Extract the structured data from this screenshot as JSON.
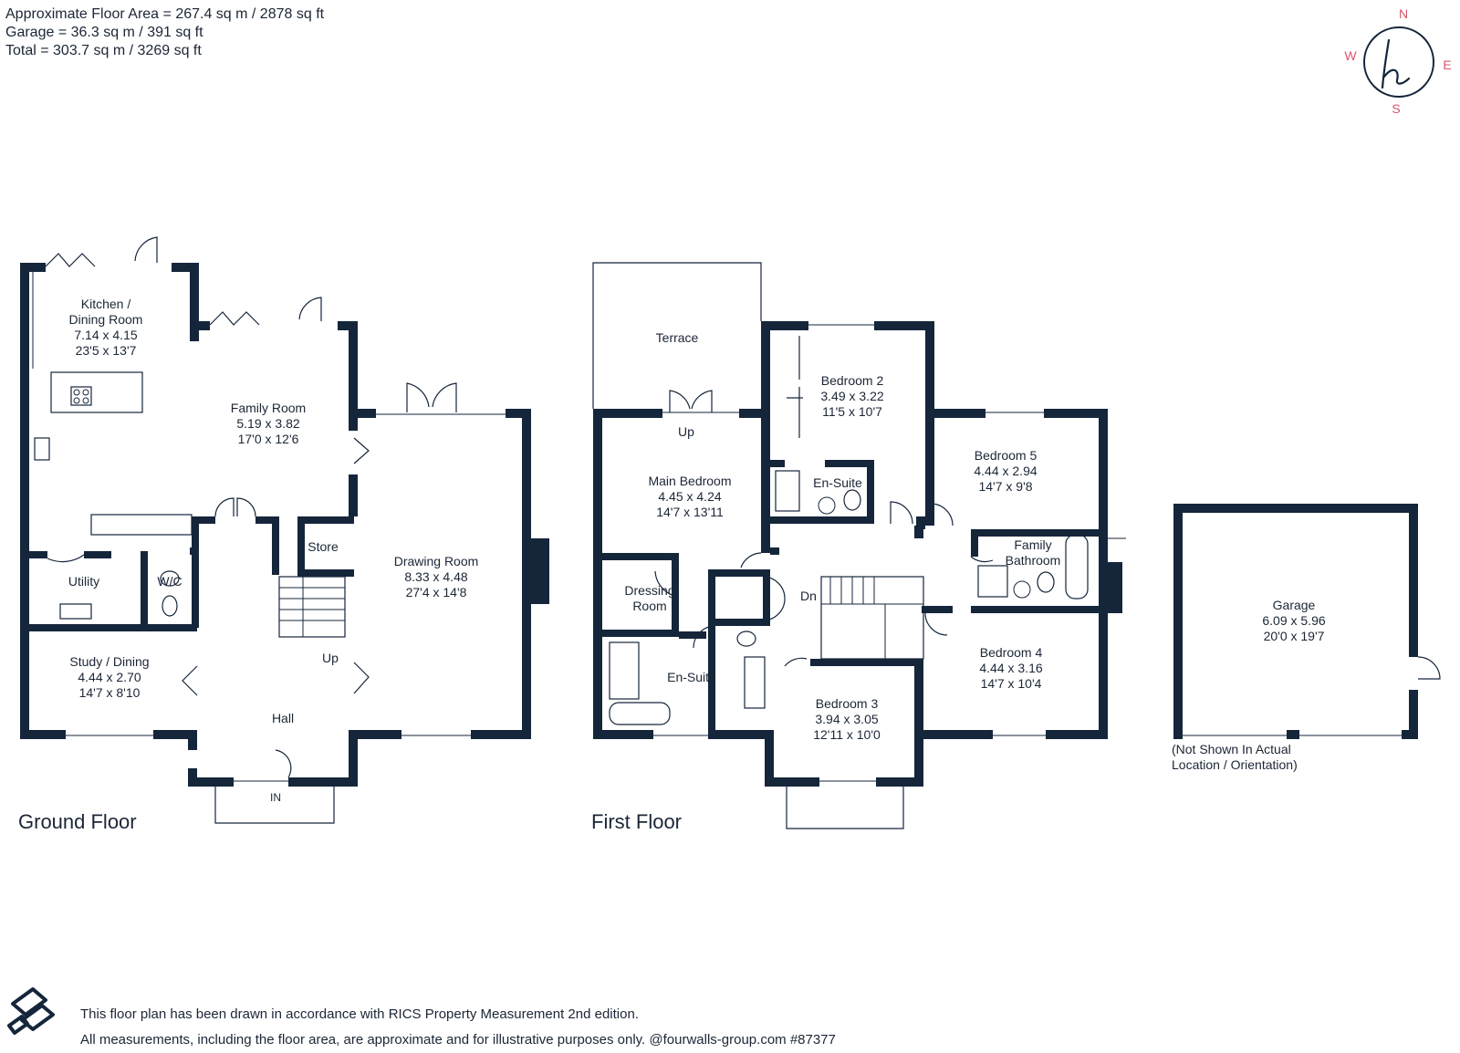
{
  "header": {
    "line1": "Approximate Floor Area = 267.4 sq m / 2878 sq ft",
    "line2": "Garage = 36.3 sq m / 391 sq ft",
    "line3": "Total = 303.7 sq m / 3269 sq ft"
  },
  "compass": {
    "n": "N",
    "s": "S",
    "e": "E",
    "w": "W"
  },
  "ground_floor": {
    "title": "Ground Floor",
    "kitchen": {
      "l1": "Kitchen /",
      "l2": "Dining Room",
      "l3": "7.14 x 4.15",
      "l4": "23'5 x 13'7"
    },
    "family": {
      "l1": "Family Room",
      "l2": "5.19 x 3.82",
      "l3": "17'0 x 12'6"
    },
    "drawing": {
      "l1": "Drawing Room",
      "l2": "8.33 x 4.48",
      "l3": "27'4 x 14'8"
    },
    "utility": "Utility",
    "wc": "W/C",
    "store": "Store",
    "study": {
      "l1": "Study / Dining",
      "l2": "4.44 x 2.70",
      "l3": "14'7 x 8'10"
    },
    "hall": "Hall",
    "up": "Up",
    "in": "IN"
  },
  "first_floor": {
    "title": "First Floor",
    "terrace": "Terrace",
    "up": "Up",
    "main_bedroom": {
      "l1": "Main Bedroom",
      "l2": "4.45 x 4.24",
      "l3": "14'7 x 13'11"
    },
    "bedroom2": {
      "l1": "Bedroom 2",
      "l2": "3.49 x 3.22",
      "l3": "11'5 x 10'7"
    },
    "ensuite1": "En-Suite",
    "bedroom5": {
      "l1": "Bedroom 5",
      "l2": "4.44 x 2.94",
      "l3": "14'7 x 9'8"
    },
    "bathroom": {
      "l1": "Family",
      "l2": "Bathroom"
    },
    "dressing": {
      "l1": "Dressing",
      "l2": "Room"
    },
    "dn": "Dn",
    "ensuite2": "En-Suite",
    "bedroom4": {
      "l1": "Bedroom 4",
      "l2": "4.44 x 3.16",
      "l3": "14'7 x 10'4"
    },
    "bedroom3": {
      "l1": "Bedroom 3",
      "l2": "3.94 x 3.05",
      "l3": "12'11 x 10'0"
    }
  },
  "garage": {
    "l1": "Garage",
    "l2": "6.09 x 5.96",
    "l3": "20'0 x 19'7",
    "note1": "(Not Shown In Actual",
    "note2": "Location / Orientation)"
  },
  "footer": {
    "line1": "This floor plan has been drawn in accordance with RICS Property Measurement 2nd edition.",
    "line2": "All measurements, including the floor area, are approximate and for illustrative purposes only. @fourwalls-group.com #87377"
  }
}
